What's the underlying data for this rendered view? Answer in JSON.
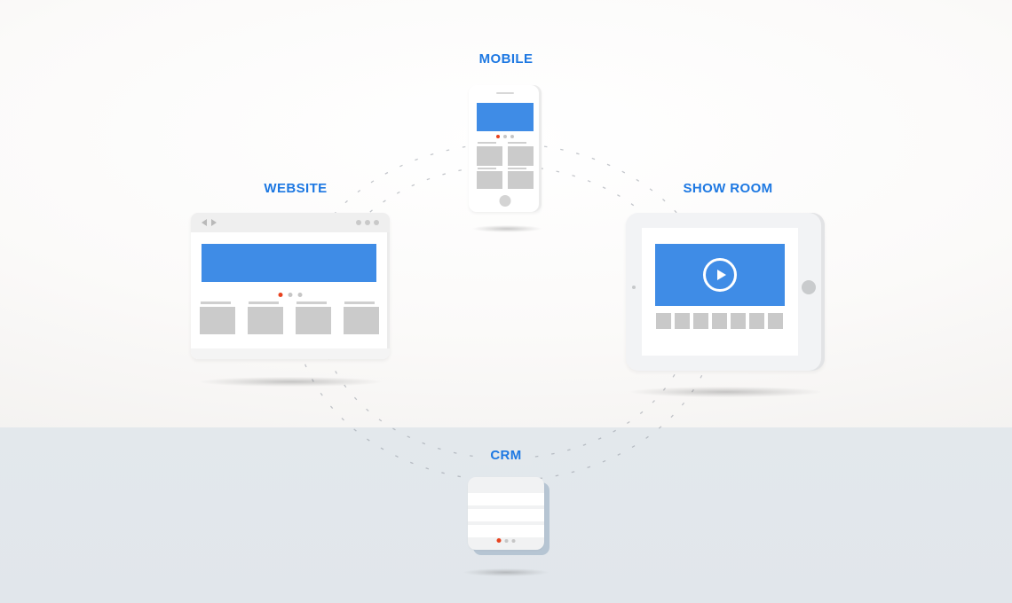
{
  "diagram": {
    "nodes": [
      {
        "id": "website",
        "label": "WEBSITE"
      },
      {
        "id": "mobile",
        "label": "MOBILE"
      },
      {
        "id": "showroom",
        "label": "SHOW ROOM"
      },
      {
        "id": "crm",
        "label": "CRM"
      }
    ],
    "connection_style": "double dashed loop linking all four nodes in a circle"
  },
  "illustration": {
    "mobile": {
      "carousel_dots": 3,
      "active_dot_index": 0,
      "thumbnails": 4
    },
    "website": {
      "carousel_dots": 3,
      "active_dot_index": 0,
      "thumbnails": 4
    },
    "showroom": {
      "has_video_player": true,
      "filmstrip_thumbnails": 7
    },
    "crm": {
      "rows": 3,
      "dots": 3,
      "active_dot_index": 0
    }
  },
  "colors": {
    "label_text": "#1d78e2",
    "banner_blue": "#3f8ce6",
    "active_dot": "#e8431f",
    "inactive_dot": "#c6c6c6",
    "placeholder_gray": "#cbcbcb",
    "top_background": "#f7f5f3",
    "band_background": "#e3e8ec",
    "crm_back_shadow": "#b6c5d3",
    "dash_stroke": "#8b929b"
  }
}
